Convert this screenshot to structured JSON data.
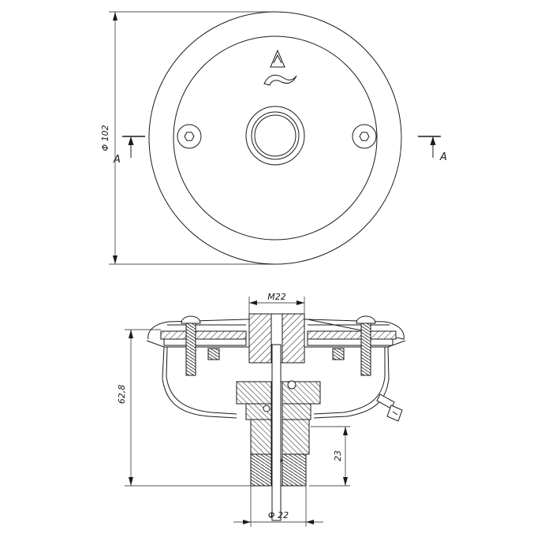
{
  "top_view": {
    "diameter_label": "Φ 102",
    "section_label_left": "A",
    "section_label_right": "A"
  },
  "section_view": {
    "thread_label": "M22",
    "height_label": "62,8",
    "depth_label": "23",
    "bottom_diameter_label": "Φ 22"
  }
}
